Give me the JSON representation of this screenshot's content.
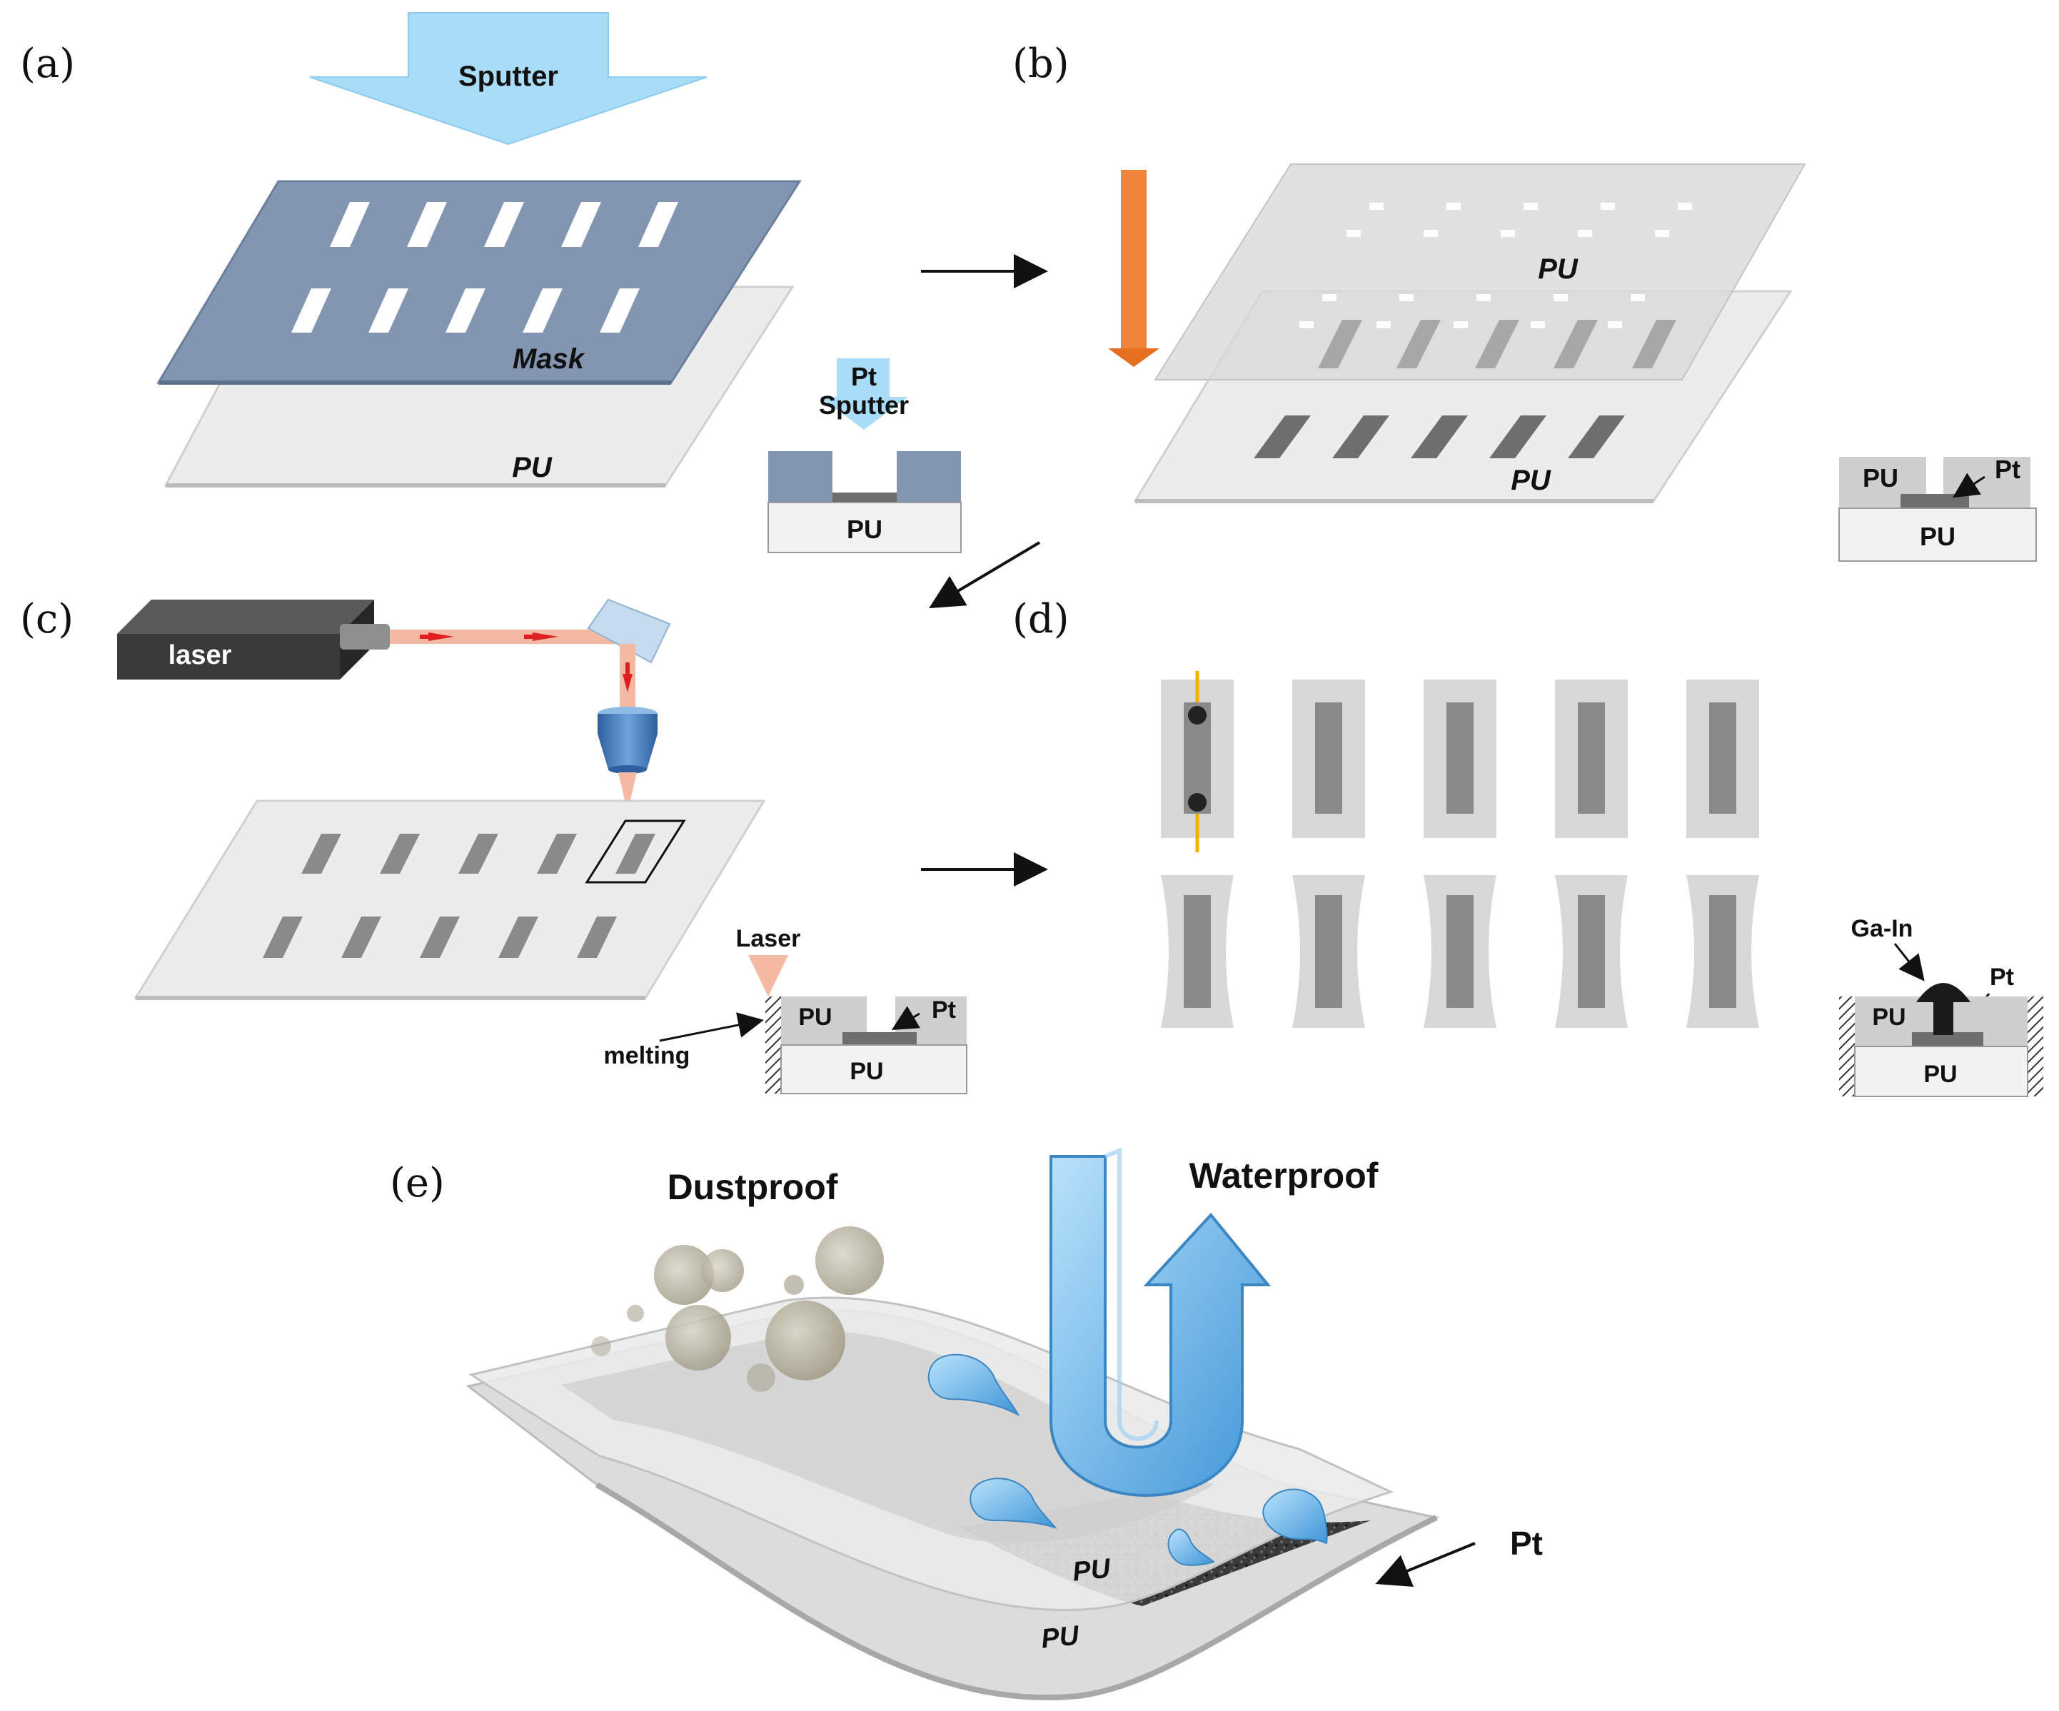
{
  "panels": {
    "a": {
      "label": "(a)",
      "sputter": "Sputter",
      "mask": "Mask",
      "pu": "PU",
      "inset": {
        "top": "Pt",
        "bottom": "Sputter",
        "substrate": "PU"
      }
    },
    "b": {
      "label": "(b)",
      "pu_top": "PU",
      "pu_bottom": "PU",
      "inset": {
        "left": "PU",
        "right": "Pt",
        "substrate": "PU"
      }
    },
    "c": {
      "label": "(c)",
      "laser_box": "laser",
      "inset": {
        "laser": "Laser",
        "melting": "melting",
        "left": "PU",
        "right": "Pt",
        "substrate": "PU"
      }
    },
    "d": {
      "label": "(d)",
      "inset": {
        "gain": "Ga-In",
        "pt": "Pt",
        "left": "PU",
        "substrate": "PU"
      }
    },
    "e": {
      "label": "(e)",
      "dustproof": "Dustproof",
      "waterproof": "Waterproof",
      "pu_top": "PU",
      "pu_bottom": "PU",
      "pt": "Pt"
    }
  },
  "colors": {
    "mask": "#8296b2",
    "sputter_arrow": "#a9dcf7",
    "pu_sheet": "#ececec",
    "electrode": "#6e6e6e",
    "orange_arrow": "#f0853a",
    "laser_beam": "#f3b9a3",
    "lens": "#4f86c6",
    "ga_in": "#1a1a1a",
    "water": "#5fb0e8"
  }
}
